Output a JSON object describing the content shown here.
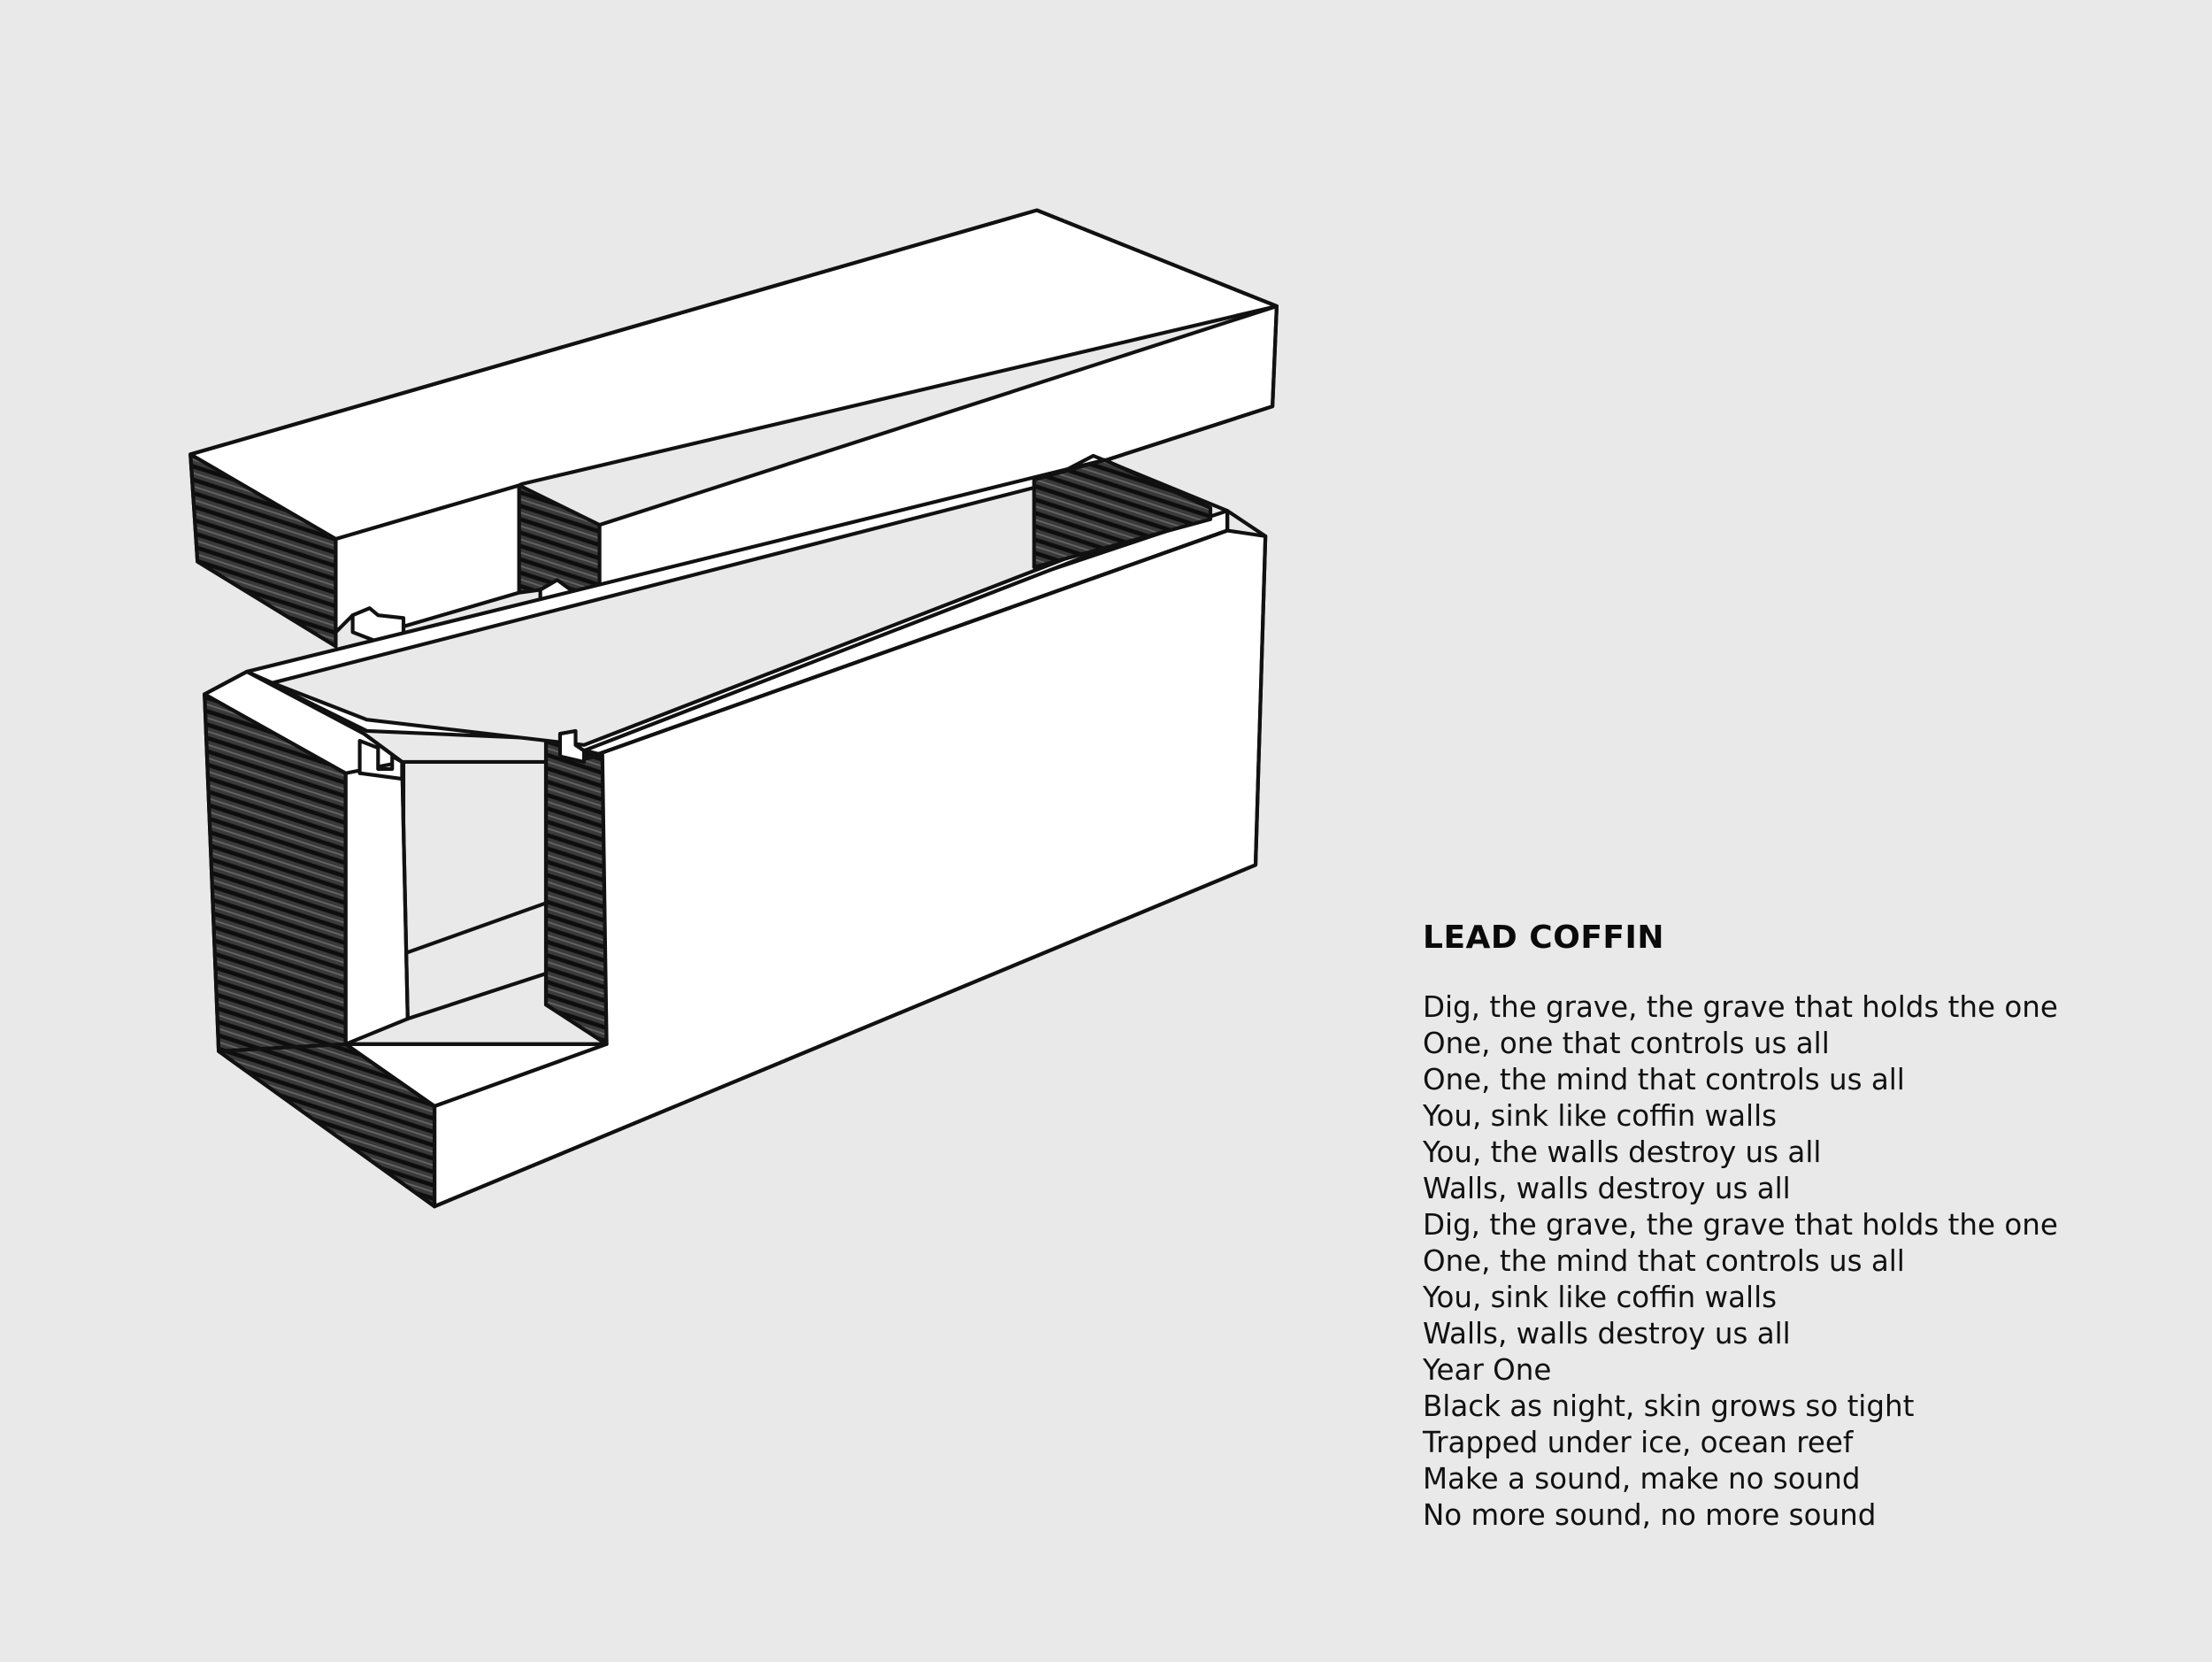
{
  "song": {
    "title": "LEAD COFFIN",
    "lyrics": [
      "Dig, the grave, the grave that holds the one",
      "One, one that controls us all",
      "One, the mind that controls us all",
      "You, sink like coffin walls",
      "You, the walls destroy us all",
      "Walls, walls destroy us all",
      "Dig, the grave, the grave that holds the one",
      "One, the mind that controls us all",
      "You, sink like coffin walls",
      "Walls, walls destroy us all",
      "Year One",
      "Black as night, skin grows so tight",
      "Trapped under ice, ocean reef",
      "Make a sound, make no sound",
      "No more sound, no more sound"
    ]
  },
  "colors": {
    "background": "#e8e9e8",
    "ink": "#111111",
    "fill": "#ffffff"
  }
}
